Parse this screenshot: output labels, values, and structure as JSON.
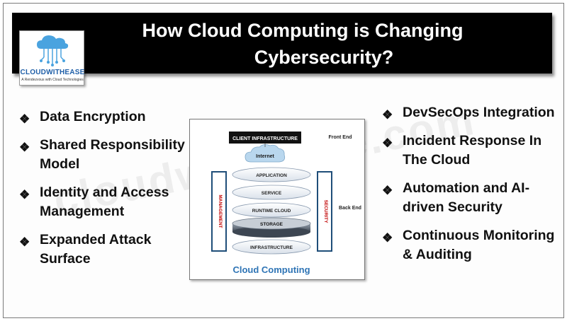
{
  "title": {
    "line1": "How Cloud Computing is Changing",
    "line2": "Cybersecurity?"
  },
  "logo": {
    "name": "CLOUDWITHEASE",
    "tagline": "A Rendezvous with Cloud Technologies"
  },
  "left_bullets": [
    {
      "text": "Data Encryption"
    },
    {
      "text": "Shared Responsibility Model"
    },
    {
      "text": "Identity and Access Management"
    },
    {
      "text": "Expanded Attack Surface"
    }
  ],
  "right_bullets": [
    {
      "text": "DevSecOps Integration"
    },
    {
      "text": "Incident Response In The Cloud"
    },
    {
      "text": "Automation and AI-driven Security"
    },
    {
      "text": "Continuous Monitoring & Auditing"
    }
  ],
  "watermark": "cloudwithease.com",
  "diagram": {
    "client_infrastructure": "CLIENT INFRASTRUCTURE",
    "front_end": "Front End",
    "back_end": "Back End",
    "internet": "Internet",
    "application": "APPLICATION",
    "service": "SERVICE",
    "runtime_cloud": "RUNTIME CLOUD",
    "storage": "STORAGE",
    "infrastructure": "INFRASTRUCTURE",
    "management": "MANAGEMENT",
    "security": "SECURITY",
    "caption": "Cloud Computing",
    "colors": {
      "caption": "#2e74b5",
      "side_label": "#c00000",
      "layer_fill": "#e8edf3"
    }
  }
}
